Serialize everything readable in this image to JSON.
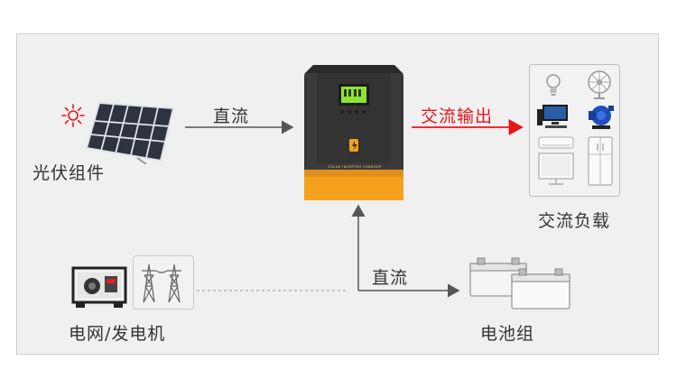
{
  "labels": {
    "pv_modules": "光伏组件",
    "dc_top": "直流",
    "ac_output": "交流输出",
    "ac_load": "交流负载",
    "dc_bottom": "直流",
    "grid_generator": "电网/发电机",
    "battery_bank": "电池组"
  },
  "device": {
    "nameplate": "SOLAR INVERTER CHARGER"
  },
  "colors": {
    "frame_bg": "#f0f0f0",
    "arrow_dark": "#555555",
    "arrow_red": "#e8141b",
    "inverter_body": "#3a3a3a",
    "inverter_accent": "#f5a11c",
    "lcd_green": "#8fe23a"
  },
  "icons": [
    "sun-icon",
    "solar-panel-icon",
    "inverter-icon",
    "lightbulb-icon",
    "fan-icon",
    "computer-icon",
    "water-pump-icon",
    "air-conditioner-icon",
    "tv-icon",
    "refrigerator-icon",
    "generator-icon",
    "power-tower-icon",
    "battery-icon"
  ]
}
